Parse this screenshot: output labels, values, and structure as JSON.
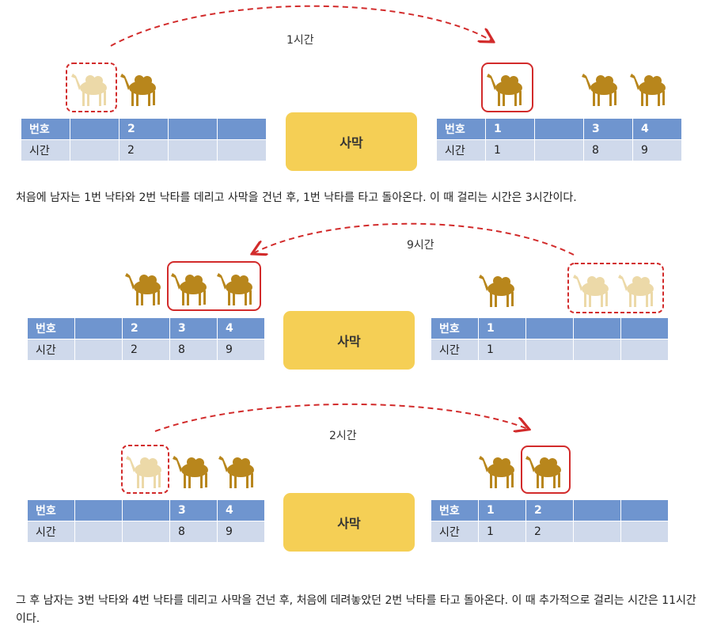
{
  "sections": [
    {
      "arc_label": "1시간",
      "desert_label": "사막",
      "left_table": {
        "header": [
          "번호",
          "",
          "2",
          "",
          ""
        ],
        "row": [
          "시간",
          "",
          "2",
          "",
          ""
        ]
      },
      "right_table": {
        "header": [
          "번호",
          "1",
          "",
          "3",
          "4"
        ],
        "row": [
          "시간",
          "1",
          "",
          "8",
          "9"
        ]
      }
    },
    {
      "arc_label": "9시간",
      "desert_label": "사막",
      "left_table": {
        "header": [
          "번호",
          "",
          "2",
          "3",
          "4"
        ],
        "row": [
          "시간",
          "",
          "2",
          "8",
          "9"
        ]
      },
      "right_table": {
        "header": [
          "번호",
          "1",
          "",
          "",
          ""
        ],
        "row": [
          "시간",
          "1",
          "",
          "",
          ""
        ]
      }
    },
    {
      "arc_label": "2시간",
      "desert_label": "사막",
      "left_table": {
        "header": [
          "번호",
          "",
          "",
          "3",
          "4"
        ],
        "row": [
          "시간",
          "",
          "",
          "8",
          "9"
        ]
      },
      "right_table": {
        "header": [
          "번호",
          "1",
          "2",
          "",
          ""
        ],
        "row": [
          "시간",
          "1",
          "2",
          "",
          ""
        ]
      }
    }
  ],
  "captions": {
    "first": "처음에 남자는 1번 낙타와 2번 낙타를 데리고 사막을 건넌 후, 1번 낙타를 타고 돌아온다. 이 때 걸리는 시간은 3시간이다.",
    "second": "그 후 남자는 3번 낙타와 4번 낙타를 데리고 사막을 건넌 후, 처음에 데려놓았던 2번 낙타를 타고 돌아온다. 이 때 추가적으로 걸리는 시간은 11시간이다."
  },
  "colors": {
    "header_blue": "#6f95cf",
    "row_blue": "#cfd9eb",
    "desert_yellow": "#f5cf55",
    "highlight_red": "#d22b2b",
    "camel_brown": "#b8861c",
    "camel_faded": "#ecd9a8"
  },
  "icons": [
    "camel-icon",
    "dashed-arc-arrow"
  ]
}
